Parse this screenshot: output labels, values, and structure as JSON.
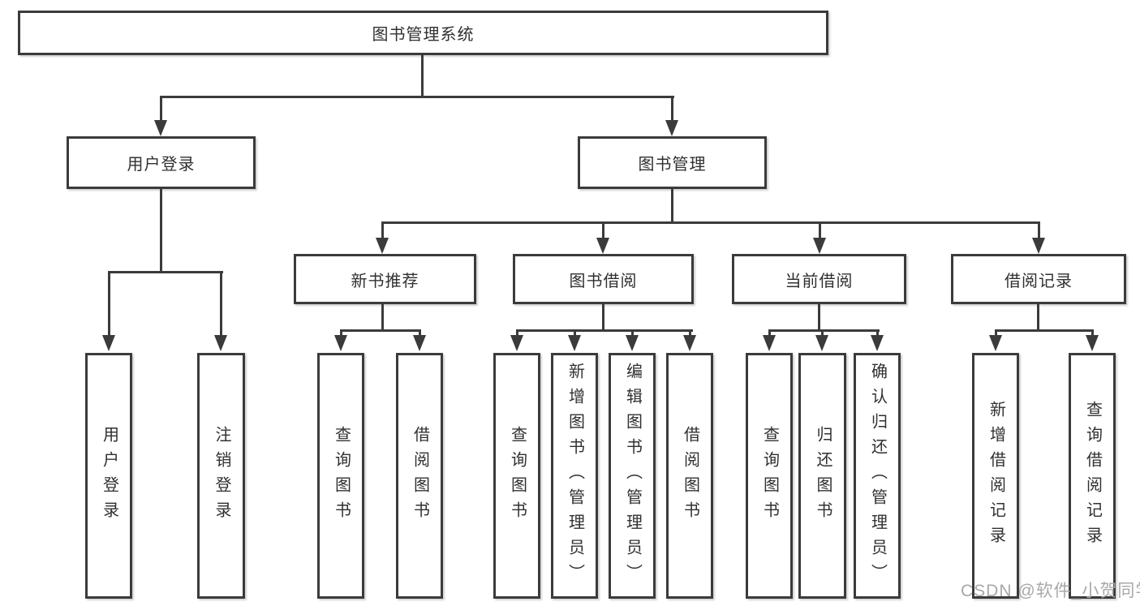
{
  "colors": {
    "line": "#3b3b3b",
    "text": "#303030",
    "background": "#ffffff",
    "watermark": "#a8a8a8"
  },
  "tree": {
    "root": {
      "label": "图书管理系统"
    },
    "level2": [
      {
        "label": "用户登录"
      },
      {
        "label": "图书管理"
      }
    ],
    "level3": [
      {
        "label": "新书推荐"
      },
      {
        "label": "图书借阅"
      },
      {
        "label": "当前借阅"
      },
      {
        "label": "借阅记录"
      }
    ],
    "leaves": [
      {
        "label": "用户登录"
      },
      {
        "label": "注销登录"
      },
      {
        "label": "查询图书"
      },
      {
        "label": "借阅图书"
      },
      {
        "label": "查询图书"
      },
      {
        "label": "新增图书（管理员）"
      },
      {
        "label": "编辑图书（管理员）"
      },
      {
        "label": "借阅图书"
      },
      {
        "label": "查询图书"
      },
      {
        "label": "归还图书"
      },
      {
        "label": "确认归还（管理员）"
      },
      {
        "label": "新增借阅记录"
      },
      {
        "label": "查询借阅记录"
      }
    ]
  },
  "watermark": {
    "text": "CSDN @软件_小贺同学"
  }
}
